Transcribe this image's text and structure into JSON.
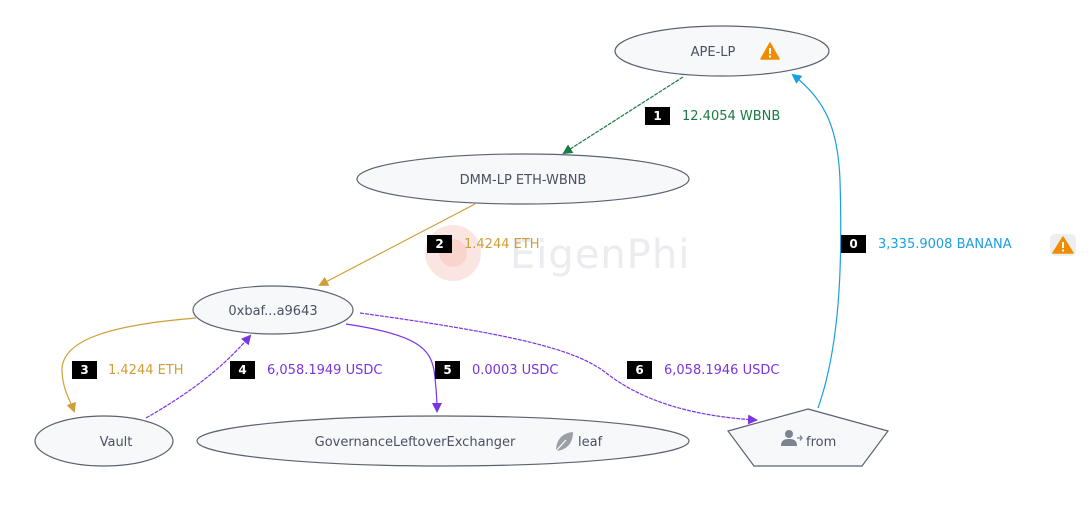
{
  "watermark": {
    "text": "EigenPhi"
  },
  "colors": {
    "green": "#1a7a43",
    "gold": "#cf9e38",
    "purple": "#7a35e0",
    "blue": "#1a9fe0",
    "warning": "#f08c00"
  },
  "nodes": {
    "ape_lp": {
      "label": "APE-LP",
      "icon": "warning-icon"
    },
    "dmm_lp": {
      "label": "DMM-LP ETH-WBNB"
    },
    "addr": {
      "label": "0xbaf...a9643"
    },
    "vault": {
      "label": "Vault"
    },
    "gov": {
      "label": "GovernanceLeftoverExchanger",
      "tag": "leaf",
      "icon": "leaf-icon"
    },
    "from": {
      "label": "from",
      "icon": "user-icon"
    }
  },
  "edges": [
    {
      "index": "0",
      "amount": "3,335.9008 BANANA",
      "color": "blue",
      "warning": true
    },
    {
      "index": "1",
      "amount": "12.4054 WBNB",
      "color": "green"
    },
    {
      "index": "2",
      "amount": "1.4244 ETH",
      "color": "gold"
    },
    {
      "index": "3",
      "amount": "1.4244 ETH",
      "color": "gold"
    },
    {
      "index": "4",
      "amount": "6,058.1949 USDC",
      "color": "purple"
    },
    {
      "index": "5",
      "amount": "0.0003 USDC",
      "color": "purple"
    },
    {
      "index": "6",
      "amount": "6,058.1946 USDC",
      "color": "purple"
    }
  ]
}
